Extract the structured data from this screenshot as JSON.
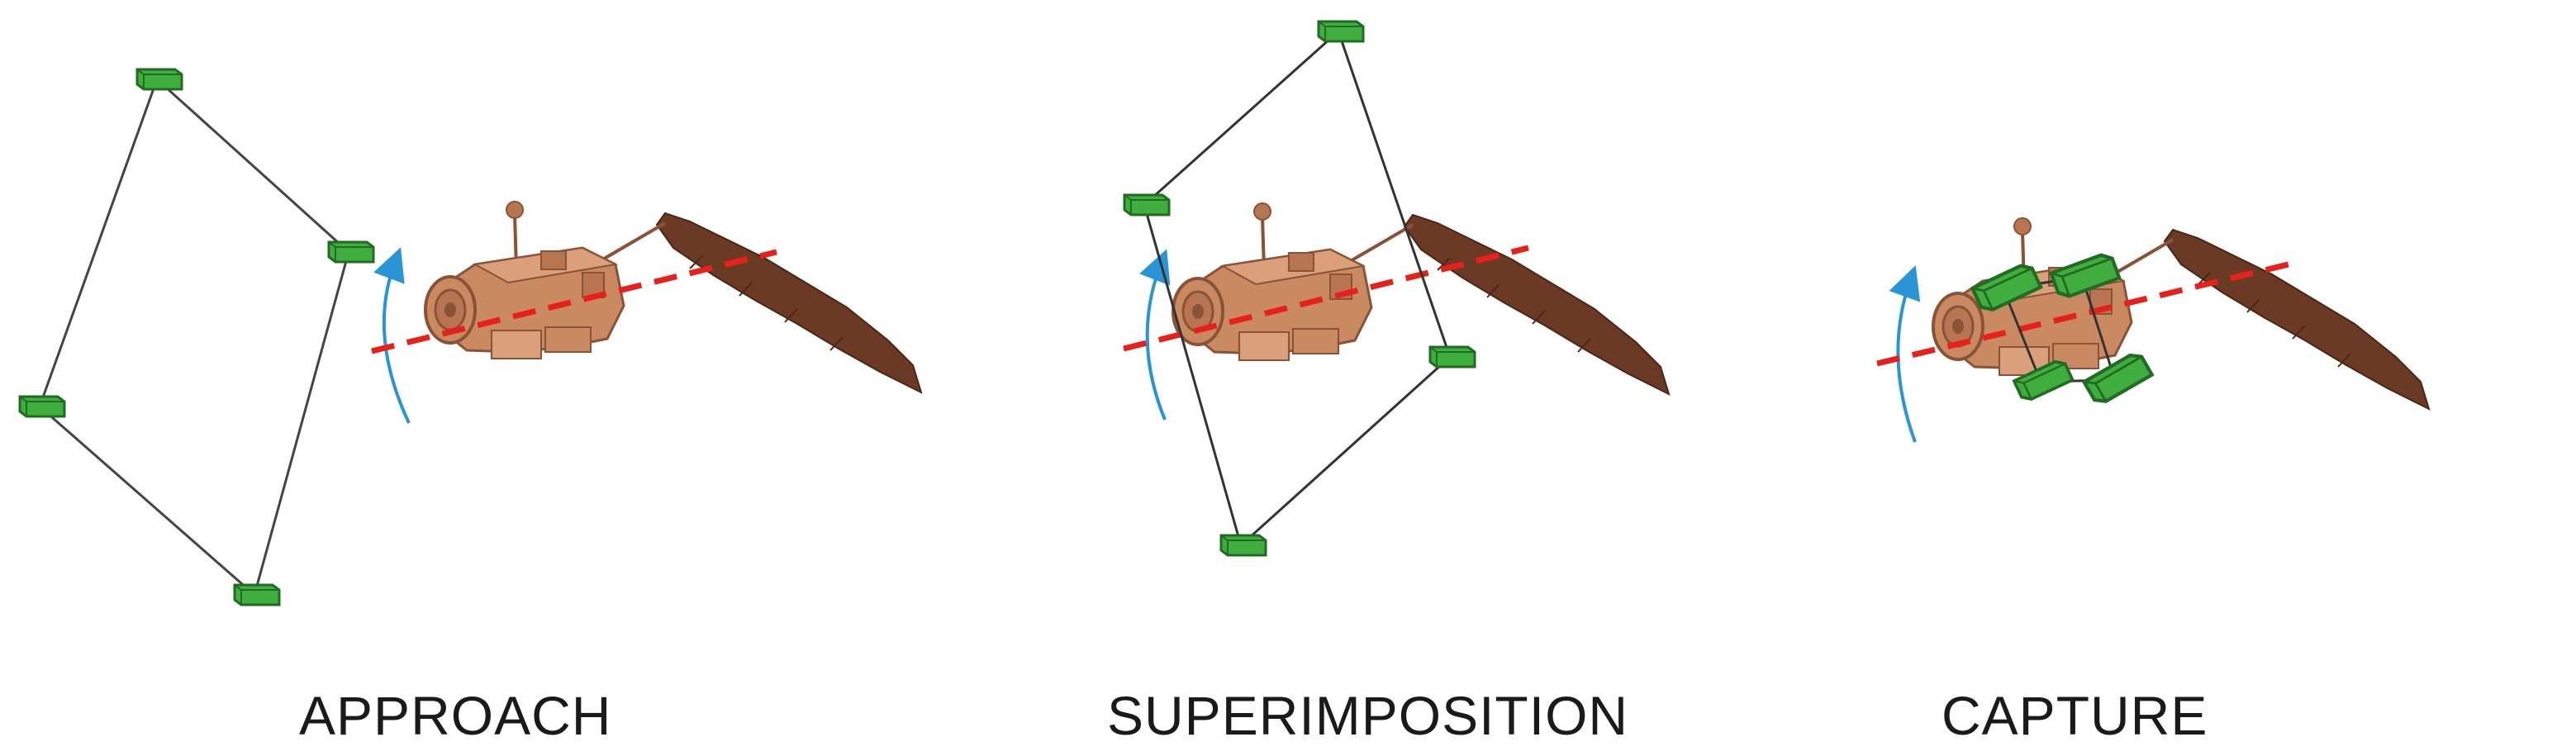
{
  "stages": [
    {
      "id": "approach",
      "label": "APPROACH"
    },
    {
      "id": "superimposition",
      "label": "SUPERIMPOSITION"
    },
    {
      "id": "capture",
      "label": "CAPTURE"
    }
  ],
  "colors": {
    "satellite_body": "#c98a62",
    "satellite_dark": "#8a5236",
    "solar_panel": "#6b3a24",
    "gripper_green": "#3fae3f",
    "gripper_dark": "#226b22",
    "tether_line": "#444444",
    "spin_axis": "#e8201c",
    "rotation_arrow": "#2a95d6"
  }
}
